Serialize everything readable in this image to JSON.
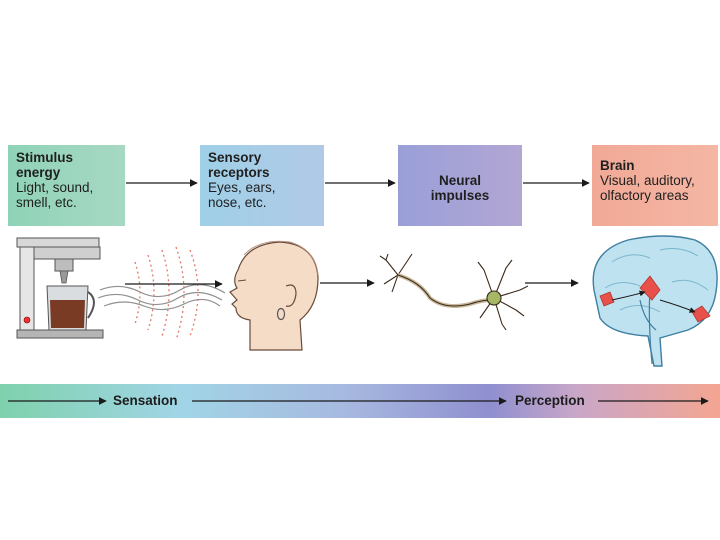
{
  "boxes": {
    "stimulus": {
      "title1": "Stimulus",
      "title2": "energy",
      "desc1": "Light, sound,",
      "desc2": "smell, etc."
    },
    "receptors": {
      "title1": "Sensory",
      "title2": "receptors",
      "desc1": "Eyes, ears,",
      "desc2": "nose, etc."
    },
    "neural": {
      "title1": "Neural",
      "title2": "impulses"
    },
    "brain": {
      "title1": "Brain",
      "desc1": "Visual, auditory,",
      "desc2": "olfactory areas"
    }
  },
  "bottom_bar": {
    "left_label": "Sensation",
    "right_label": "Perception"
  },
  "colors": {
    "stimulus": "#8fd3b7",
    "receptors": "#a7cfe7",
    "neural": "#a3a3d6",
    "brain": "#f3ae9c",
    "brain_regions": "#e8504a",
    "arrow": "#1a1a1a"
  }
}
